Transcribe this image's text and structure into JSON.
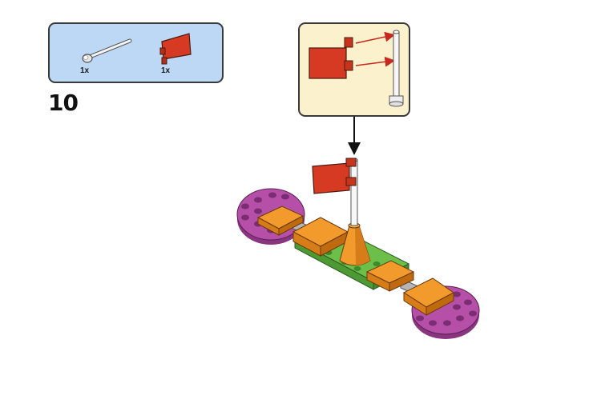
{
  "step": {
    "number": "10"
  },
  "parts": [
    {
      "name": "antenna-whip",
      "quantity": "1x"
    },
    {
      "name": "flag-2x2",
      "quantity": "1x"
    }
  ],
  "colors": {
    "parts_panel_bg": "#bcd8f4",
    "callout_bg": "#fbf1cc",
    "flag_red": "#d63a22",
    "arrow_red": "#c8281e",
    "orange": "#f39a2c",
    "green": "#6cc04a",
    "magenta": "#b54fa8",
    "gray": "#c9c9c9"
  }
}
